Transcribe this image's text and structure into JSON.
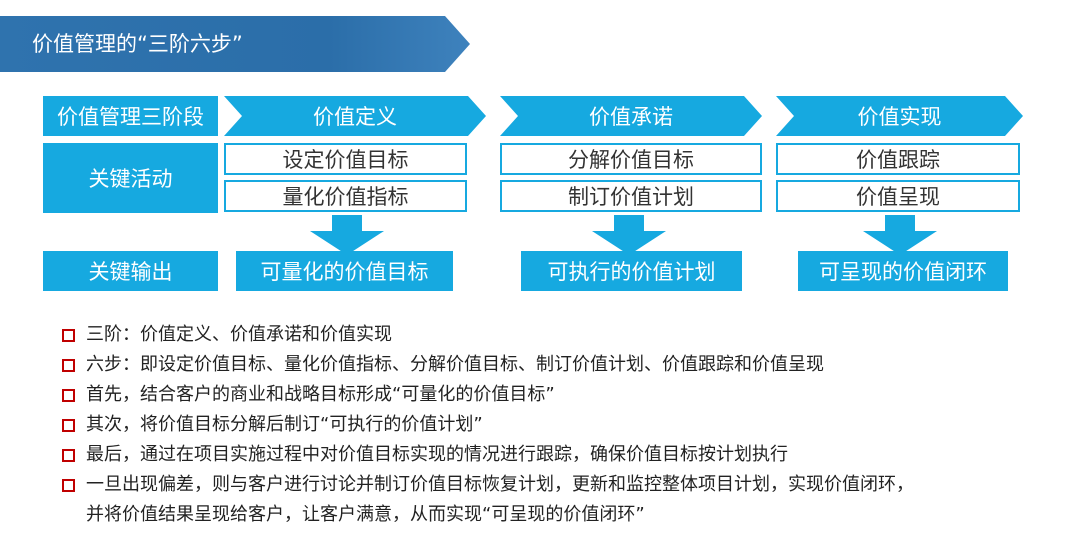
{
  "banner": {
    "title": "价值管理的“三阶六步”"
  },
  "row_labels": {
    "stage": "价值管理三阶段",
    "activities": "关键活动",
    "outputs": "关键输出"
  },
  "stages": [
    {
      "name": "价值定义",
      "activities": [
        "设定价值目标",
        "量化价值指标"
      ],
      "output": "可量化的价值目标"
    },
    {
      "name": "价值承诺",
      "activities": [
        "分解价值目标",
        "制订价值计划"
      ],
      "output": "可执行的价值计划"
    },
    {
      "name": "价值实现",
      "activities": [
        "价值跟踪",
        "价值呈现"
      ],
      "output": "可呈现的价值闭环"
    }
  ],
  "bullets": [
    {
      "text": "三阶：价值定义、价值承诺和价值实现"
    },
    {
      "text": "六步：即设定价值目标、量化价值指标、分解价值目标、制订价值计划、价值跟踪和价值呈现"
    },
    {
      "text": "首先，结合客户的商业和战略目标形成“可量化的价值目标”"
    },
    {
      "text": "其次，将价值目标分解后制订“可执行的价值计划”"
    },
    {
      "text": "最后，通过在项目实施过程中对价值目标实现的情况进行跟踪，确保价值目标按计划执行"
    },
    {
      "text": "一旦出现偏差，则与客户进行讨论并制订价值目标恢复计划，更新和监控整体项目计划，实现价值闭环，",
      "text2": "并将价值结果呈现给客户，让客户满意，从而实现“可呈现的价值闭环”"
    }
  ],
  "colors": {
    "accent": "#16a9e0",
    "banner": "#2b6ea9",
    "bullet": "#c00000"
  }
}
